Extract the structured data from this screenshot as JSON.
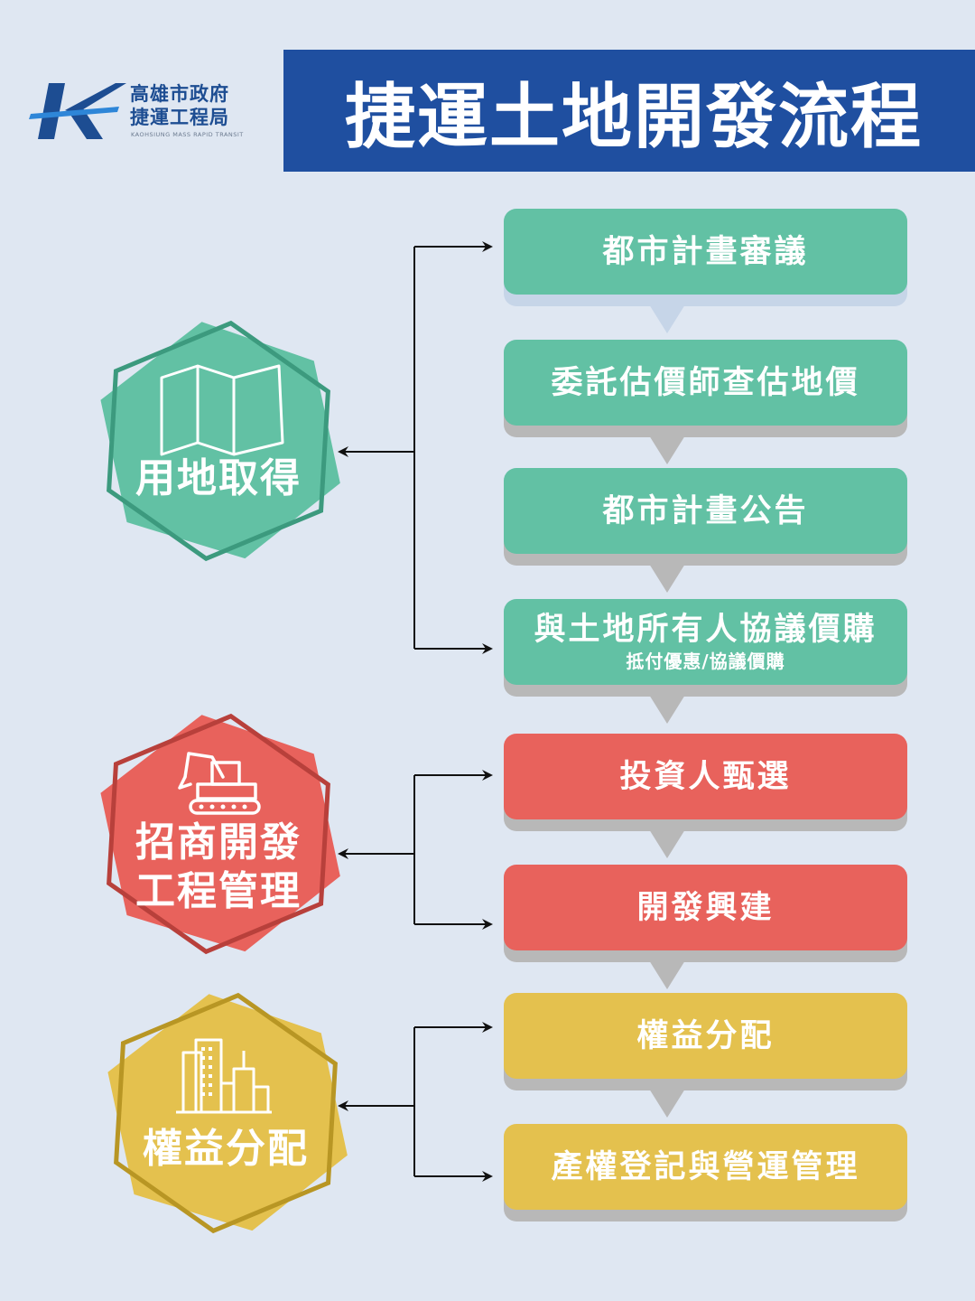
{
  "header": {
    "logo_org_line1": "高雄市政府",
    "logo_org_line2": "捷運工程局",
    "logo_org_en": "KAOHSIUNG MASS RAPID TRANSIT",
    "title": "捷運土地開發流程"
  },
  "colors": {
    "background": "#dfe7f2",
    "banner": "#1f4fa0",
    "green": "#62c1a4",
    "red": "#e8625c",
    "yellow": "#e4c14e"
  },
  "phases": [
    {
      "label": "用地取得",
      "icon": "folded-map-icon",
      "color": "#62c1a4"
    },
    {
      "label_line1": "招商開發",
      "label_line2": "工程管理",
      "icon": "excavator-icon",
      "color": "#e8625c"
    },
    {
      "label": "權益分配",
      "icon": "city-buildings-icon",
      "color": "#e4c14e"
    }
  ],
  "steps": [
    {
      "label": "都市計畫審議"
    },
    {
      "label": "委託估價師查估地價"
    },
    {
      "label": "都市計畫公告"
    },
    {
      "label": "與土地所有人協議價購",
      "sublabel": "抵付優惠/協議價購"
    },
    {
      "label": "投資人甄選"
    },
    {
      "label": "開發興建"
    },
    {
      "label": "權益分配"
    },
    {
      "label": "產權登記與營運管理"
    }
  ]
}
